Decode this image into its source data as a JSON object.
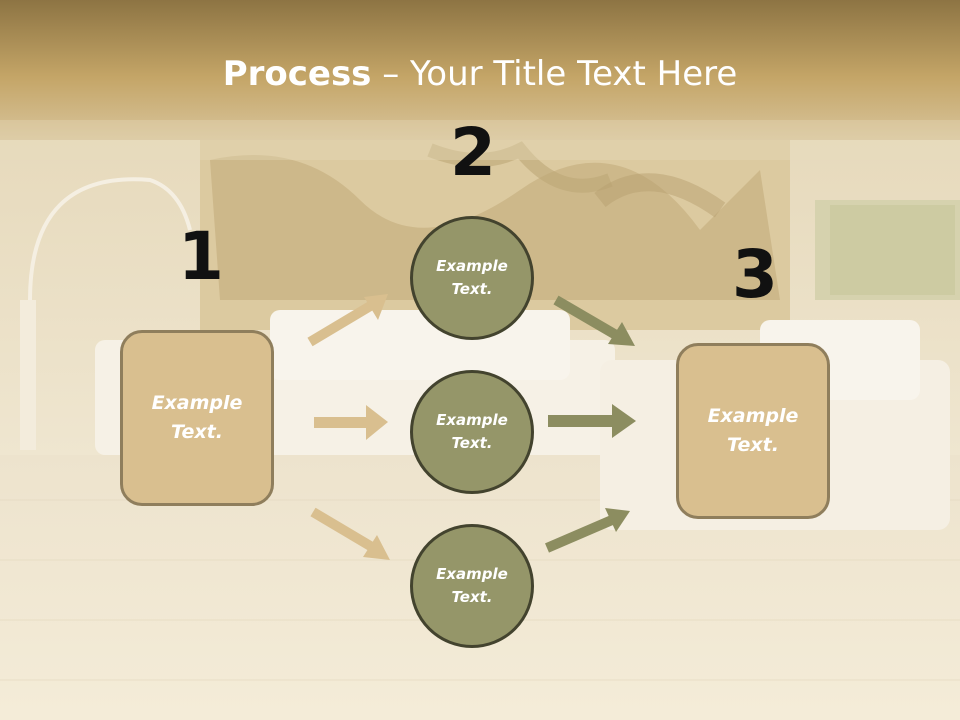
{
  "slide": {
    "title_bold": "Process",
    "title_rest": " – Your Title Text Here",
    "steps": [
      "1",
      "2",
      "3"
    ],
    "left_box": "Example\nText.",
    "right_box": "Example\nText.",
    "circles": [
      "Example\nText.",
      "Example\nText.",
      "Example\nText."
    ]
  },
  "colors": {
    "header_band": "#b89a5c",
    "box_fill": "#d9bf8f",
    "circle_fill": "#959669",
    "arrow_tan": "#d9bf8f",
    "arrow_olive": "#8c8d60"
  },
  "background": {
    "scene": "living-room-photo"
  }
}
